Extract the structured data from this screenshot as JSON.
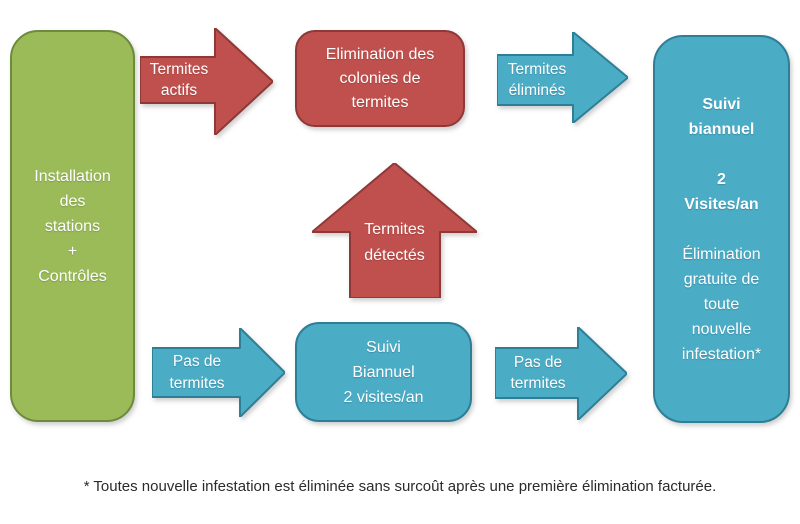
{
  "nodes": {
    "installation": {
      "label": "Installation\ndes\nstations\n+\nContrôles"
    },
    "elimination": {
      "label": "Elimination des\ncolonies de\ntermites"
    },
    "suivi_final": {
      "bold": "Suivi\nbiannuel\n\n2\nVisites/an",
      "regular": "Élimination\ngratuite de\ntoute\nnouvelle\ninfestation*"
    },
    "suivi_biannuel": {
      "label": "Suivi\nBiannuel\n2 visites/an"
    }
  },
  "arrows": {
    "actifs": {
      "label": "Termites\nactifs"
    },
    "elimines": {
      "label": "Termites\néliminés"
    },
    "detectes": {
      "label": "Termites\ndétectés"
    },
    "pas_left": {
      "label": "Pas de\ntermites"
    },
    "pas_right": {
      "label": "Pas de\ntermites"
    }
  },
  "colors": {
    "green_fill": "#9bbb59",
    "green_border": "#6e8a3d",
    "red_fill": "#c0504d",
    "red_border": "#8e3937",
    "blue_fill": "#4bacc6",
    "blue_border": "#2e7f96"
  },
  "footnote": "* Toutes nouvelle infestation est éliminée sans surcoût après une première élimination facturée."
}
